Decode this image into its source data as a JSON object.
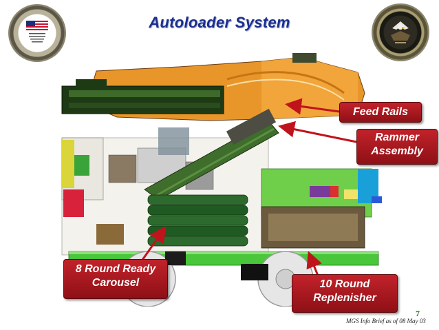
{
  "slide": {
    "title": "Autoloader System",
    "page_number": "7",
    "footer": "MGS Info Brief as of  08 May 03"
  },
  "logos": {
    "left_seal": {
      "icon": "peo-gcs-seal-icon"
    },
    "right_seal": {
      "icon": "project-manager-bct-seal-icon"
    }
  },
  "callouts": {
    "feed_rails": "Feed Rails",
    "rammer_assembly": [
      "Rammer",
      "Assembly"
    ],
    "ready_carousel": [
      "8 Round Ready",
      "Carousel"
    ],
    "replenisher": [
      "10 Round",
      "Replenisher"
    ]
  },
  "colors": {
    "title": "#1b2f8f",
    "callout_bg": "#b0181f",
    "arrow": "#c0141c",
    "page_number": "#1f6b28"
  }
}
